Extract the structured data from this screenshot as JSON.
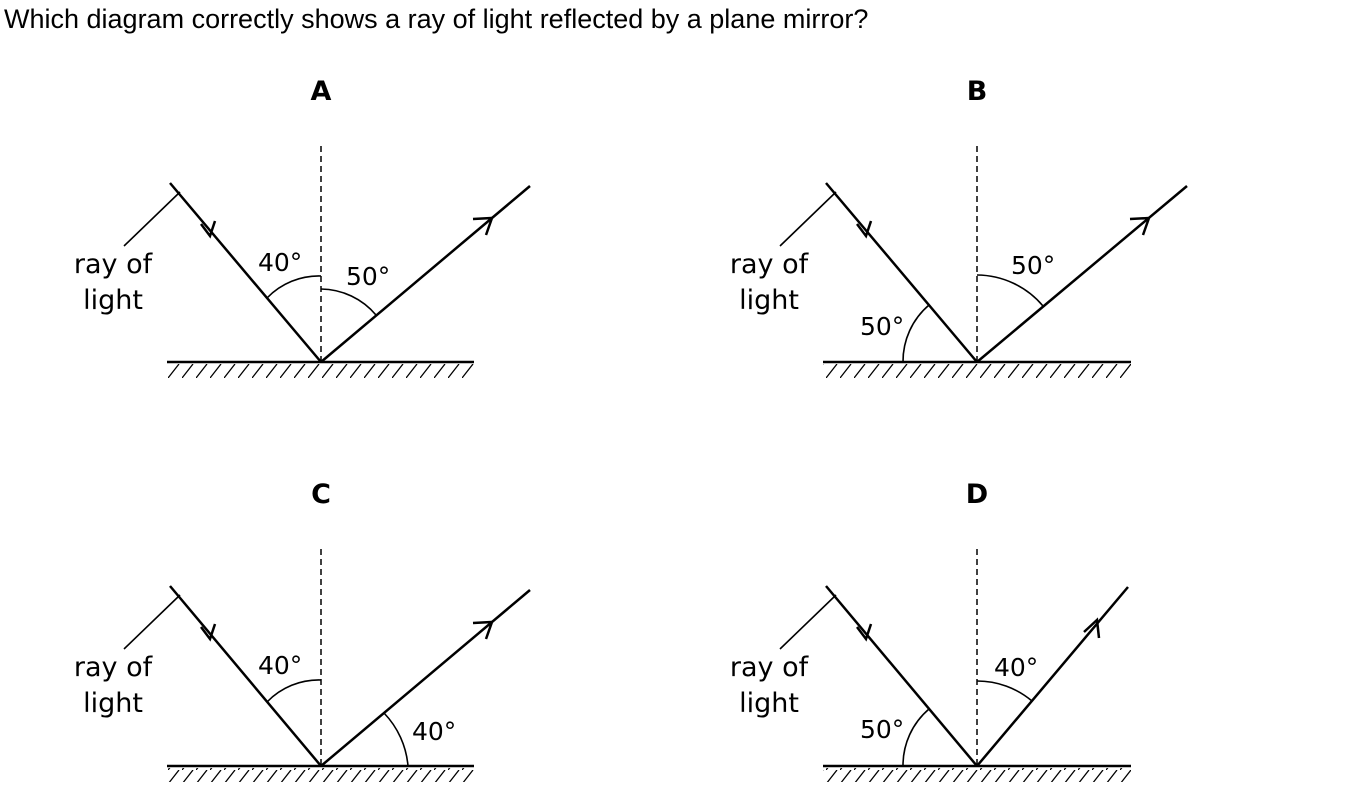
{
  "question": "Which diagram correctly shows a ray of light reflected by a plane mirror?",
  "ray_label_line1": "ray of",
  "ray_label_line2": "light",
  "options": [
    {
      "letter": "A",
      "angles": [
        "40°",
        "50°"
      ]
    },
    {
      "letter": "B",
      "angles": [
        "50°",
        "50°"
      ]
    },
    {
      "letter": "C",
      "angles": [
        "40°",
        "40°"
      ]
    },
    {
      "letter": "D",
      "angles": [
        "50°",
        "40°"
      ]
    }
  ]
}
